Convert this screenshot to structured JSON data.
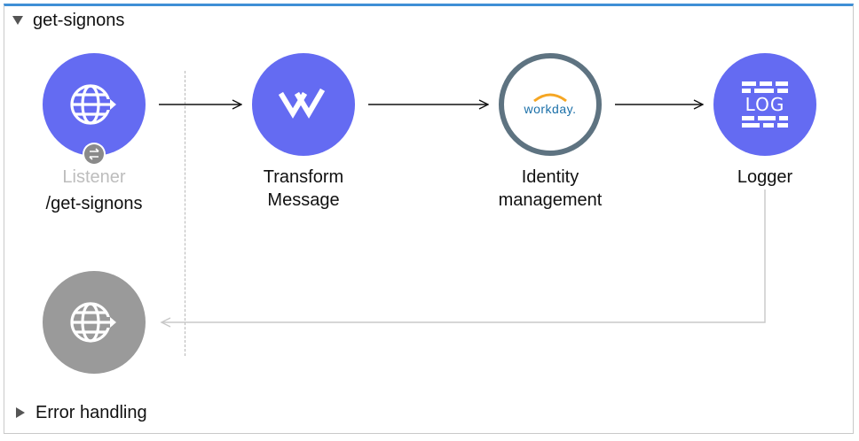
{
  "flow": {
    "name": "get-signons",
    "error_handling_label": "Error handling"
  },
  "nodes": {
    "listener": {
      "title": "Listener",
      "path": "/get-signons",
      "icon": "http-globe-icon"
    },
    "transform": {
      "line1": "Transform",
      "line2": "Message",
      "icon": "dataweave-icon"
    },
    "workday": {
      "line1": "Identity",
      "line2": "management",
      "logo_text": "workday.",
      "icon": "workday-logo"
    },
    "logger": {
      "title": "Logger",
      "logo_text": "LOG",
      "icon": "log-icon"
    },
    "response": {
      "icon": "http-globe-icon"
    }
  },
  "colors": {
    "node_blue": "#646bf2",
    "node_gray": "#9a9a9a",
    "workday_ring": "#5e7381",
    "workday_text": "#1a6fa8",
    "workday_arc": "#f5a623",
    "header_accent": "#3f8fd6"
  }
}
